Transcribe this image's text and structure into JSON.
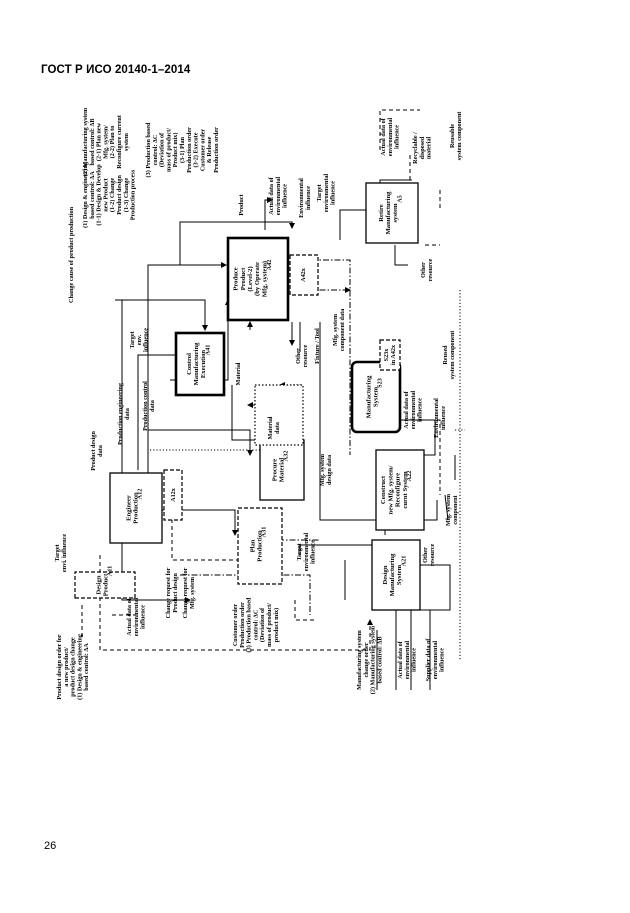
{
  "header": "ГОСТ Р ИСО 20140-1–2014",
  "page_number": "26",
  "boxes": {
    "a11": {
      "title": [
        "Design",
        "Product"
      ],
      "id": "A11"
    },
    "a12": {
      "title": [
        "Engineer",
        "Production"
      ],
      "id": "A12"
    },
    "a12x": {
      "id": "A12x"
    },
    "a31": {
      "title": [
        "Plan",
        "Production"
      ],
      "id": "A31"
    },
    "a32": {
      "title": [
        "Procure",
        "Material"
      ],
      "id": "A32"
    },
    "a41": {
      "title": [
        "Control",
        "Manufacturing",
        "Execution"
      ],
      "id": "A41"
    },
    "a42": {
      "title": [
        "Produce",
        "Product",
        "(Level-2)",
        "(by Operate",
        "Mfg. system)"
      ],
      "id": "A42"
    },
    "a42x": {
      "id": "A42x"
    },
    "a21": {
      "title": [
        "Design",
        "Manufacturing",
        "System"
      ],
      "id": "A21"
    },
    "a22": {
      "title": [
        "Construct",
        "new Mfg. system/",
        "Reconfigure",
        "curnt System"
      ],
      "id": "A22"
    },
    "s23": {
      "title": [
        "Manufacturing",
        "System"
      ],
      "id": "S23"
    },
    "s23x": {
      "id": "S23x",
      "note": "in A42x"
    },
    "a5": {
      "title": [
        "Retire",
        "Manufacturing",
        "system"
      ],
      "id": "A5"
    }
  },
  "labels": {
    "change_cause": [
      "Change cause of product production"
    ],
    "cause_1": [
      "(1) Design & engineering",
      "based control: ΔA",
      "(1-1) Design & Develop",
      "new Product",
      "(1-2) Change",
      "Product design",
      "(1-3) Change",
      "Production process"
    ],
    "cause_2": [
      "(2) Manufacturing system",
      "based control: ΔB",
      "(2-1) Plan new",
      "Mfg. system/",
      "(2-2) Plan to",
      "Reconfigure current",
      "system"
    ],
    "cause_3": [
      "(3) Production based",
      "control: ΔC",
      "(Deviation of",
      "mass of product/",
      "Product mix)",
      "(3-1) Plan",
      "Production order",
      "(3-2) Execute",
      "Customer order",
      "& Release",
      "Production order"
    ],
    "product_design_order": [
      "Product design order for",
      "a new product/",
      "product design change",
      "(1) Design & engineering",
      "based control: ΔA"
    ],
    "target_env_a11": [
      "Target",
      "envi. influence"
    ],
    "actual_env_a11": [
      "Actual data of",
      "environmental",
      "influence"
    ],
    "change_req_design": [
      "Change request for",
      "Product design"
    ],
    "change_req_mfg": [
      "Change request for",
      "Mfg. system"
    ],
    "product_design_data": [
      "Product design",
      "data"
    ],
    "production_eng_data": [
      "Production engineering",
      "data"
    ],
    "production_control_data": [
      "Production control",
      "data"
    ],
    "material_data": [
      "Material",
      "data"
    ],
    "target_env_a41": [
      "Target",
      "env.",
      "influence"
    ],
    "material": [
      "Material"
    ],
    "product": [
      "Product"
    ],
    "actual_env_a42": [
      "Actual data of",
      "environmental",
      "influence"
    ],
    "env_influence_a42": [
      "Environmental",
      "influence"
    ],
    "other_resource_a42": [
      "Other",
      "resource"
    ],
    "fixture_tool": [
      "Fixture / Tool"
    ],
    "mfg_component_data": [
      "Mfg. system",
      "component data"
    ],
    "customer_order": [
      "Customer order",
      "Production order",
      "(3) Production based",
      "control: ΔC",
      "(Deviation of",
      "mass of product/",
      "product mix)"
    ],
    "target_env_a21": [
      "Target",
      "environmental",
      "influence"
    ],
    "mfg_design_data": [
      "Mfg. system",
      "design data"
    ],
    "actual_env_s23": [
      "Actual data of",
      "environmental",
      "influence"
    ],
    "env_influence_s23": [
      "Environmental",
      "influence"
    ],
    "mfg_change_order": [
      "Manufacturing system",
      "change order",
      "(2) Manufacturing system",
      "based control: ΔB"
    ],
    "actual_env_a21": [
      "Actual data of",
      "environmental",
      "influence"
    ],
    "supplier_env": [
      "Supplier data of",
      "environmental",
      "influence"
    ],
    "other_resource_a22": [
      "Other",
      "resource"
    ],
    "mfg_system_component": [
      "Mfg. system",
      "component"
    ],
    "reused_component": [
      "Reused",
      "system component"
    ],
    "target_env_a5": [
      "Target",
      "environmental",
      "influence"
    ],
    "other_resource_a5": [
      "Other",
      "resource"
    ],
    "actual_env_a5": [
      "Actual data of",
      "environmental",
      "influence"
    ],
    "recyclable": [
      "Recyclable /",
      "disposed",
      "material"
    ],
    "reusable": [
      "Reusable",
      "system component"
    ]
  }
}
